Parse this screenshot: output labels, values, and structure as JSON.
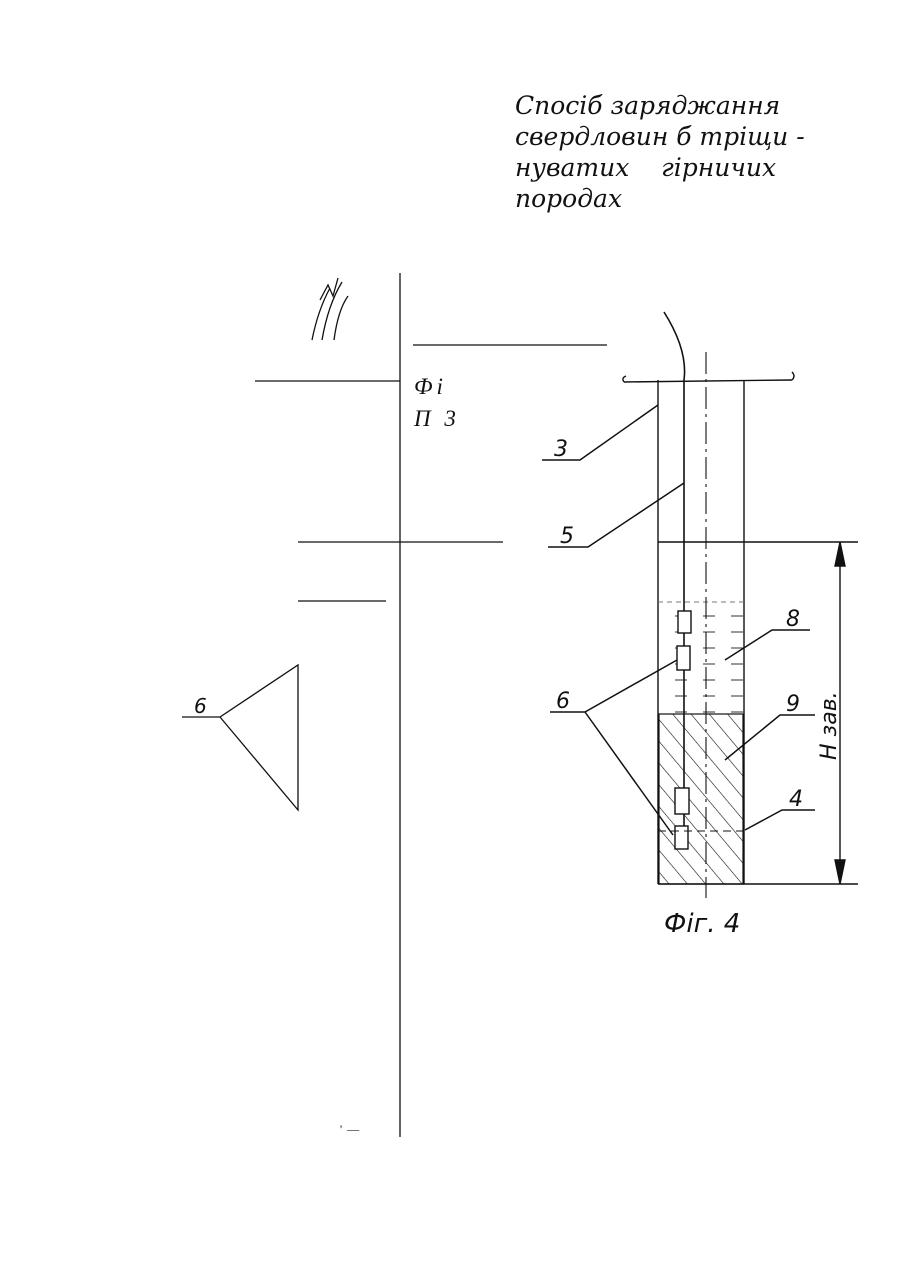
{
  "title": {
    "line1": "Спосіб заряджання",
    "line2": "свердловин б тріщи -",
    "line3": "нуватих    гірничих",
    "line4": "породах"
  },
  "fragment": {
    "label1": "Фі",
    "label2": "П 3",
    "footer": "' —"
  },
  "figure": {
    "caption": "Фіг. 4",
    "labels": {
      "l3": "3",
      "l5": "5",
      "l8": "8",
      "l6_right": "6",
      "l9": "9",
      "l4": "4",
      "l6_left": "6",
      "height": "H зав."
    }
  }
}
